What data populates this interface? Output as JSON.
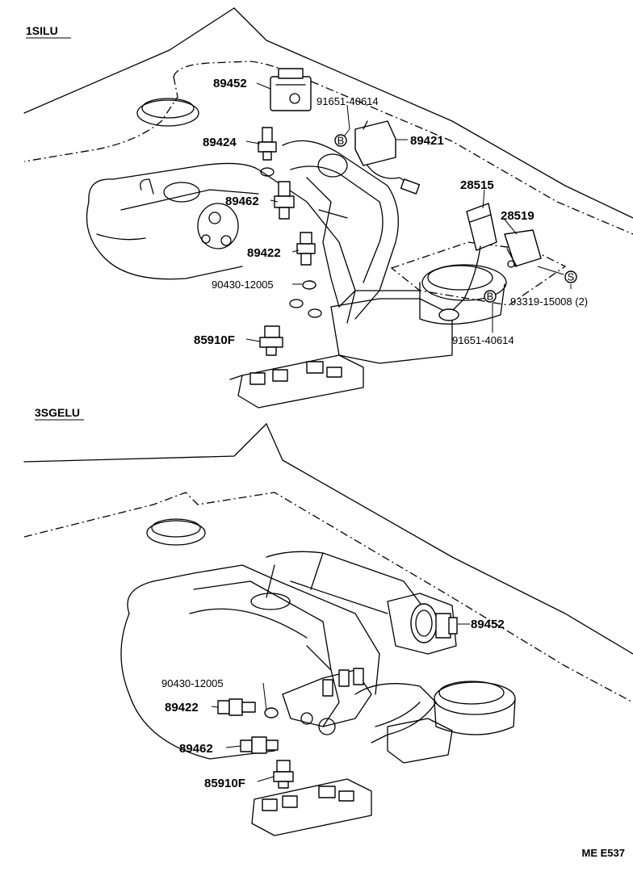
{
  "sections": {
    "top_title": "1SILU",
    "bottom_title": "3SGELU"
  },
  "top_labels": {
    "p89452": "89452",
    "p91651_top": "91651-40614",
    "p89424": "89424",
    "p89421": "89421",
    "p28515": "28515",
    "p89462": "89462",
    "p28519": "28519",
    "p89422": "89422",
    "p93319": "93319-15008 (2)",
    "p90430": "90430-12005",
    "p85910": "85910F",
    "p91651_bottom": "91651-40614"
  },
  "bottom_labels": {
    "p89452": "89452",
    "p90430": "90430-12005",
    "p89422": "89422",
    "p89462": "89462",
    "p85910": "85910F"
  },
  "markers": {
    "b_top": "B",
    "b_bottom": "B",
    "s_right": "S"
  },
  "figure_code": "ME E537"
}
